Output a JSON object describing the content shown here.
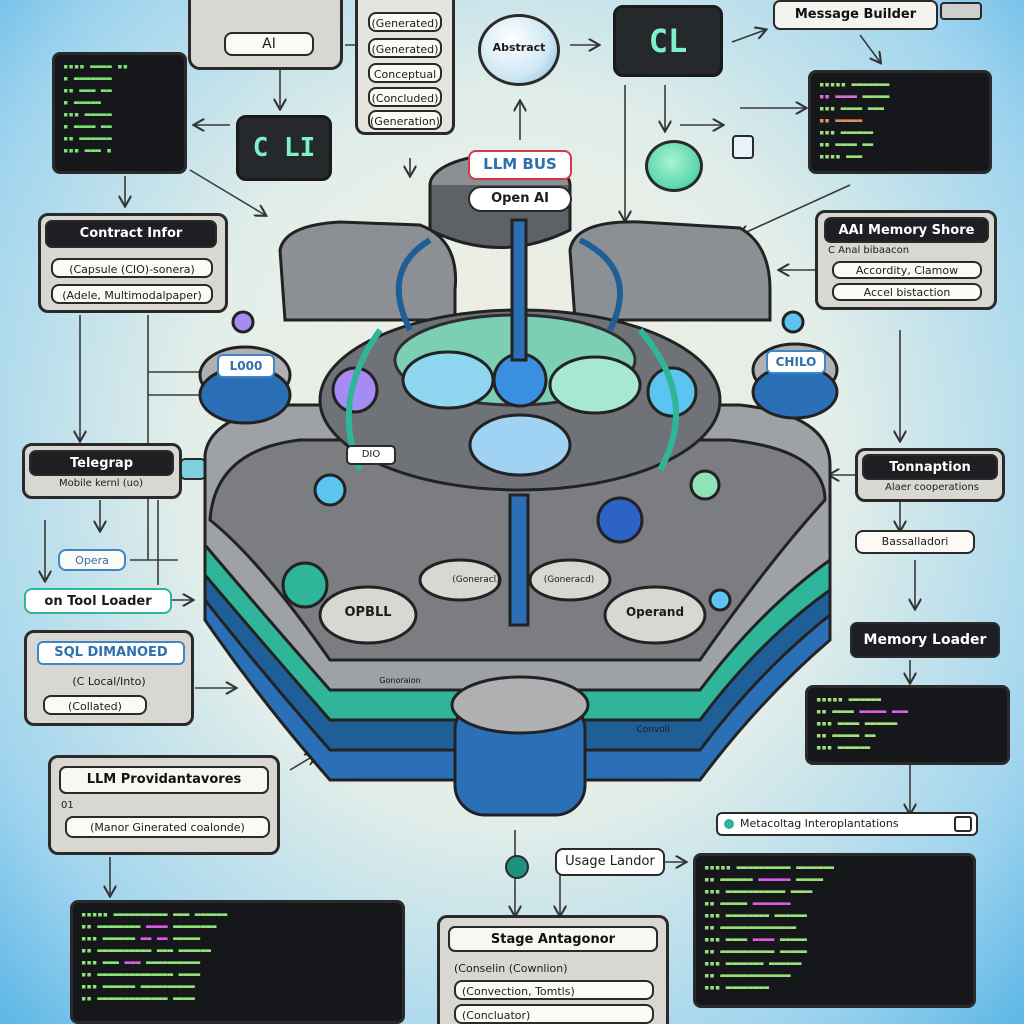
{
  "top": {
    "ai_label": "AI",
    "cli_chip": "C LI",
    "cl_chip": "CL",
    "abstract_label": "Abstract",
    "llm_bus": "LLM BUS",
    "open_ai": "Open AI",
    "top_stack": [
      "(Generated)",
      "(Generated)",
      "Conceptual",
      "(Concluded)",
      "(Generation)"
    ],
    "message_builder": "Message Builder"
  },
  "left": {
    "context_title": "Contract Infor",
    "context_items": [
      "(Capsule (CIO)-sonera)",
      "(Adele, Multimodalpaper)"
    ],
    "telegraph_title": "Telegrap",
    "telegraph_sub": "Mobile kernl (uo)",
    "opera_label": "Opera",
    "tool_loader": "on Tool Loader",
    "sql_title": "SQL DIMANOED",
    "sql_items": [
      "(C Local/Into)",
      "(Collated)"
    ],
    "llm_title": "LLM Providantavores",
    "llm_prefix": "01",
    "llm_item": "(Manor Ginerated coalonde)",
    "load_label": "L000",
    "chillo_label": "CHILO"
  },
  "right": {
    "memory_store_title": "AAI Memory Shore",
    "memory_store_items": [
      "C Anal bibaacon",
      "Accordity, Clamow",
      "Accel bistaction"
    ],
    "translation_title": "Tonnaption",
    "translation_sub": "Alaer cooperations",
    "translation_item": "Bassalladori",
    "memory_loader": "Memory Loader",
    "status_bar": "Metacoltag Interoplantations"
  },
  "bottom": {
    "usage_loader": "Usage Landor",
    "stage_title": "Stage Antagonor",
    "stage_items": [
      "(Conselin (Cownlion)",
      "(Convection, Tomtls)",
      "(Concluator)"
    ],
    "core_labels": [
      "OPBLL",
      "Operand",
      "(Goneracl)",
      "(Goneracd)",
      "DIO",
      "Gonoraion",
      "Convoll"
    ]
  },
  "colors": {
    "accent_teal": "#2fb59a",
    "accent_blue": "#2b6fb6",
    "panel": "#d9d7d1",
    "terminal": "#15171a"
  }
}
